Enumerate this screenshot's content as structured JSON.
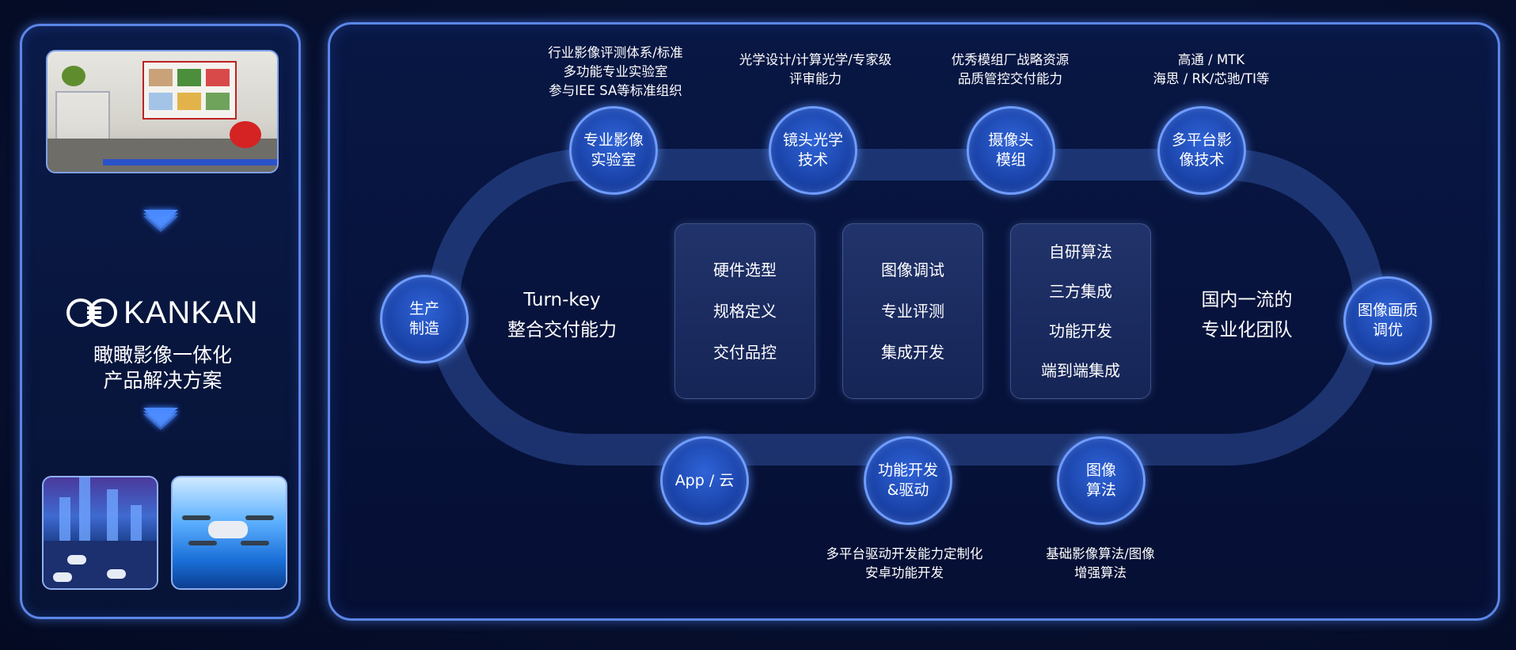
{
  "left": {
    "brand": "KANKAN",
    "slogan_line1": "瞰瞰影像一体化",
    "slogan_line2": "产品解决方案"
  },
  "top_nodes": [
    {
      "label": "专业影像\n实验室",
      "caption": "行业影像评测体系/标准\n多功能专业实验室\n参与IEE SA等标准组织"
    },
    {
      "label": "镜头光学\n技术",
      "caption": "光学设计/计算光学/专家级\n评审能力"
    },
    {
      "label": "摄像头\n模组",
      "caption": "优秀模组厂战略资源\n品质管控交付能力"
    },
    {
      "label": "多平台影\n像技术",
      "caption": "高通 / MTK\n海思 / RK/芯驰/TI等"
    }
  ],
  "side_nodes": {
    "left": "生产\n制造",
    "right": "图像画质\n调优"
  },
  "bottom_nodes": [
    {
      "label": "App / 云",
      "caption": ""
    },
    {
      "label": "功能开发\n&驱动",
      "caption": "多平台驱动开发能力定制化\n安卓功能开发"
    },
    {
      "label": "图像\n算法",
      "caption": "基础影像算法/图像\n增强算法"
    }
  ],
  "turnkey": {
    "line1": "Turn-key",
    "line2": "整合交付能力"
  },
  "team": {
    "line1": "国内一流的",
    "line2": "专业化团队"
  },
  "capability_boxes": [
    [
      "硬件选型",
      "规格定义",
      "交付品控"
    ],
    [
      "图像调试",
      "专业评测",
      "集成开发"
    ],
    [
      "自研算法",
      "三方集成",
      "功能开发",
      "端到端集成"
    ]
  ],
  "colors": {
    "accent": "#5b86e8",
    "node": "#1a43a8",
    "background": "#050b22"
  }
}
